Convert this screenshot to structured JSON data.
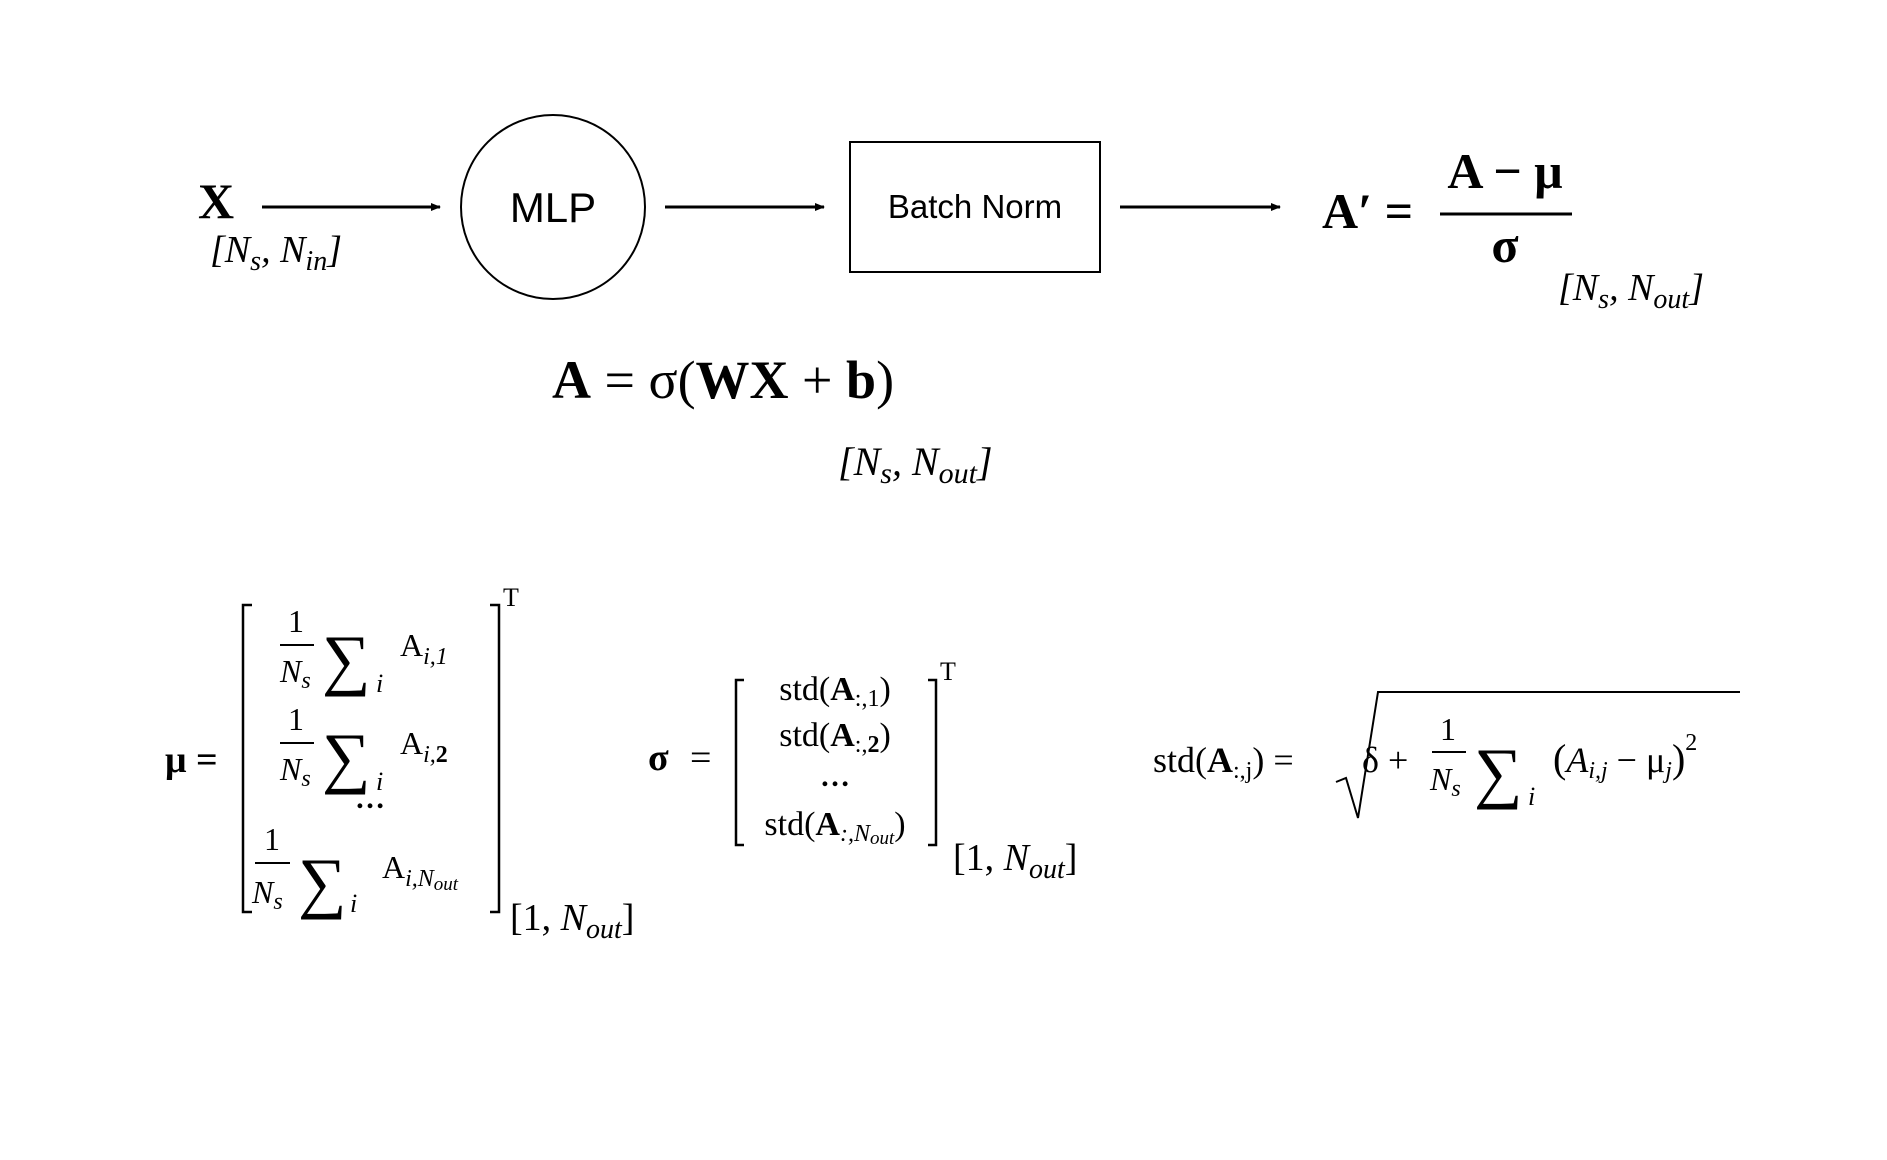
{
  "pipeline": {
    "input": {
      "symbol": "X",
      "shape_open": "[",
      "shape_n1": "N",
      "shape_s1": "s",
      "shape_comma": ", ",
      "shape_n2": "N",
      "shape_s2": "in",
      "shape_close": "]"
    },
    "mlp_label": "MLP",
    "batchnorm_label": "Batch Norm",
    "output": {
      "lhs": "A′ =",
      "numerator": "A − μ",
      "denominator": "σ",
      "shape_open": "[",
      "shape_n1": "N",
      "shape_s1": "s",
      "shape_comma": ", ",
      "shape_n2": "N",
      "shape_s2": "out",
      "shape_close": "]"
    }
  },
  "mlp_equation": {
    "A": "A",
    "eq": " = σ(",
    "WX": "WX",
    "plus": " + ",
    "b": "b",
    "close": ")",
    "shape_open": "[",
    "shape_n1": "N",
    "shape_s1": "s",
    "shape_comma": ", ",
    "shape_n2": "N",
    "shape_s2": "out",
    "shape_close": "]"
  },
  "mu_def": {
    "lhs": "μ =",
    "one": "1",
    "N": "N",
    "s": "s",
    "sum": "∑",
    "i": "i",
    "A": "A",
    "sub1": "i,1",
    "sub2": "i,",
    "sub2b": "2",
    "sub3": "i,N",
    "sub3b": "out",
    "dots": "…",
    "T": "T",
    "dim_open": "[1, ",
    "dim_N": "N",
    "dim_out": "out",
    "dim_close": "]"
  },
  "sigma_def": {
    "lhs": "σ",
    "eq": "=",
    "row1a": "std(",
    "rowA": "A",
    "row1sub": ":,1",
    "rowclose": ")",
    "row2sub1": ":,",
    "row2sub2": "2",
    "row3sub": ":,N",
    "row3sub2": "out",
    "dots": "…",
    "T": "T",
    "dim_open": "[1, ",
    "dim_N": "N",
    "dim_out": "out",
    "dim_close": "]"
  },
  "std_def": {
    "lhs_a": "std(",
    "lhs_A": "A",
    "lhs_sub": ":,j",
    "lhs_close": ") =",
    "delta": "δ +",
    "one": "1",
    "N": "N",
    "s": "s",
    "sum": "∑",
    "i": "i",
    "paren_open": "(",
    "Aij": "A",
    "Aij_sub": "i,j",
    "minus": " − μ",
    "mu_sub": "j",
    "paren_close": ")",
    "sq": "2"
  }
}
